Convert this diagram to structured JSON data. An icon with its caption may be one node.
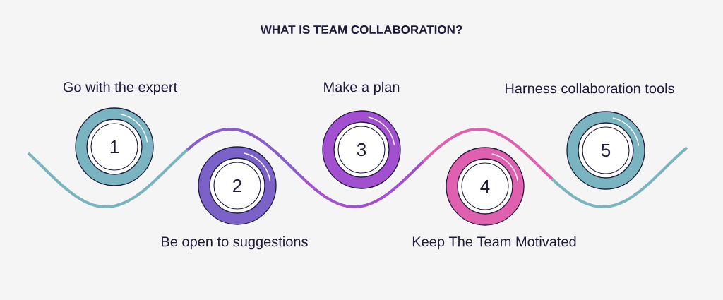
{
  "diagram": {
    "title": "WHAT IS TEAM COLLABORATION?",
    "nodes": [
      {
        "text": [
          "Go with the expert",
          "1"
        ]
      },
      {
        "text": [
          "2",
          "Be open to suggestions"
        ]
      },
      {
        "text": [
          "Make a plan",
          "3"
        ]
      },
      {
        "text": [
          "4",
          "Keep The Team Motivated"
        ]
      },
      {
        "text": [
          "Harness collaboration tools",
          "5"
        ]
      }
    ]
  }
}
